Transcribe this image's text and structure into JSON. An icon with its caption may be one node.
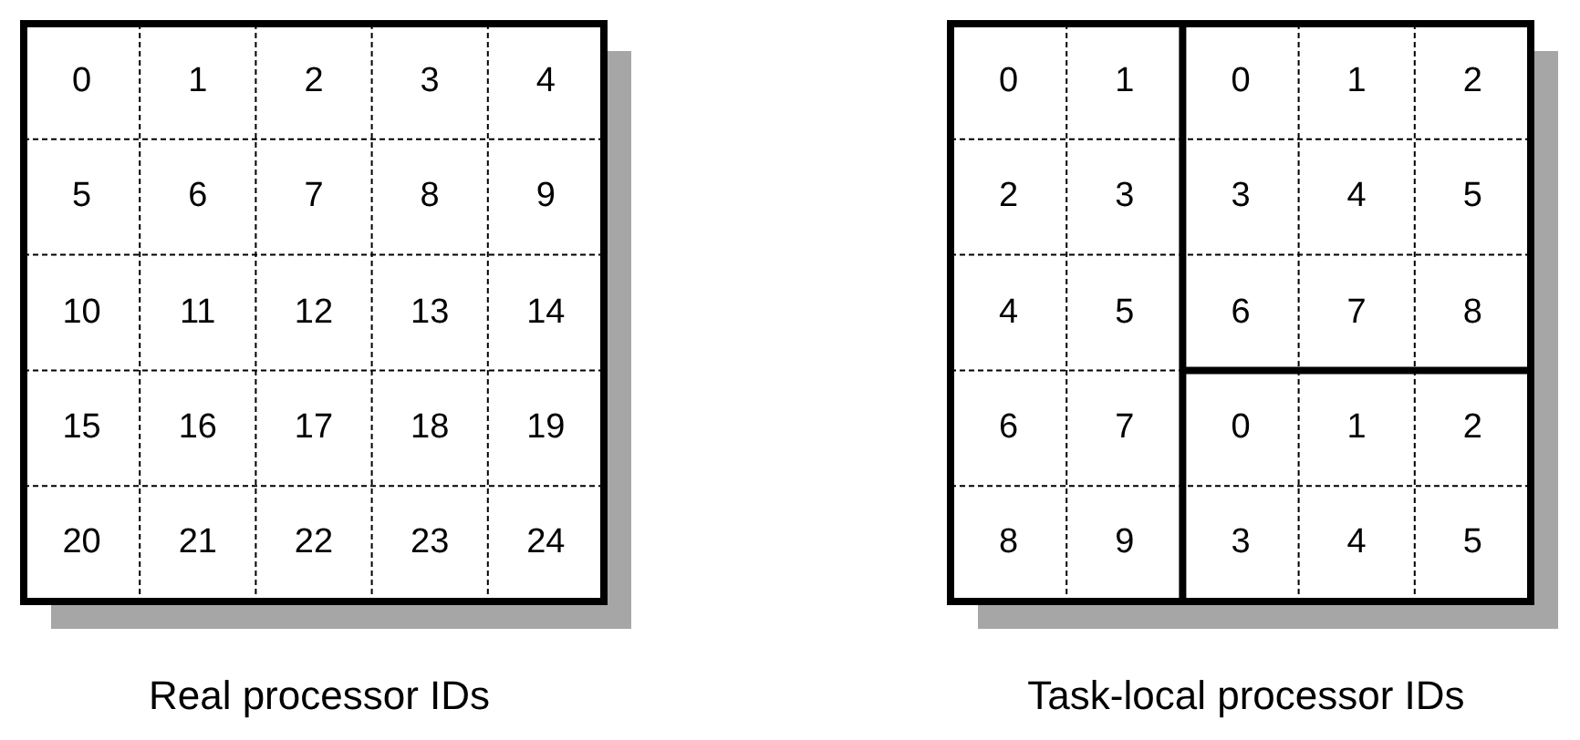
{
  "diagram": {
    "labels": [
      "0",
      "1",
      "2",
      "3",
      "4",
      "5",
      "6",
      "7",
      "8",
      "9",
      "10",
      "11",
      "12",
      "13",
      "14",
      "15",
      "16",
      "17",
      "18",
      "19",
      "20",
      "21",
      "22",
      "23",
      "24",
      "Real processor IDs",
      "0",
      "1",
      "0",
      "1",
      "2",
      "2",
      "3",
      "3",
      "4",
      "5",
      "4",
      "5",
      "6",
      "7",
      "8",
      "6",
      "7",
      "0",
      "1",
      "2",
      "8",
      "9",
      "3",
      "4",
      "5",
      "Task-local processor IDs"
    ]
  }
}
